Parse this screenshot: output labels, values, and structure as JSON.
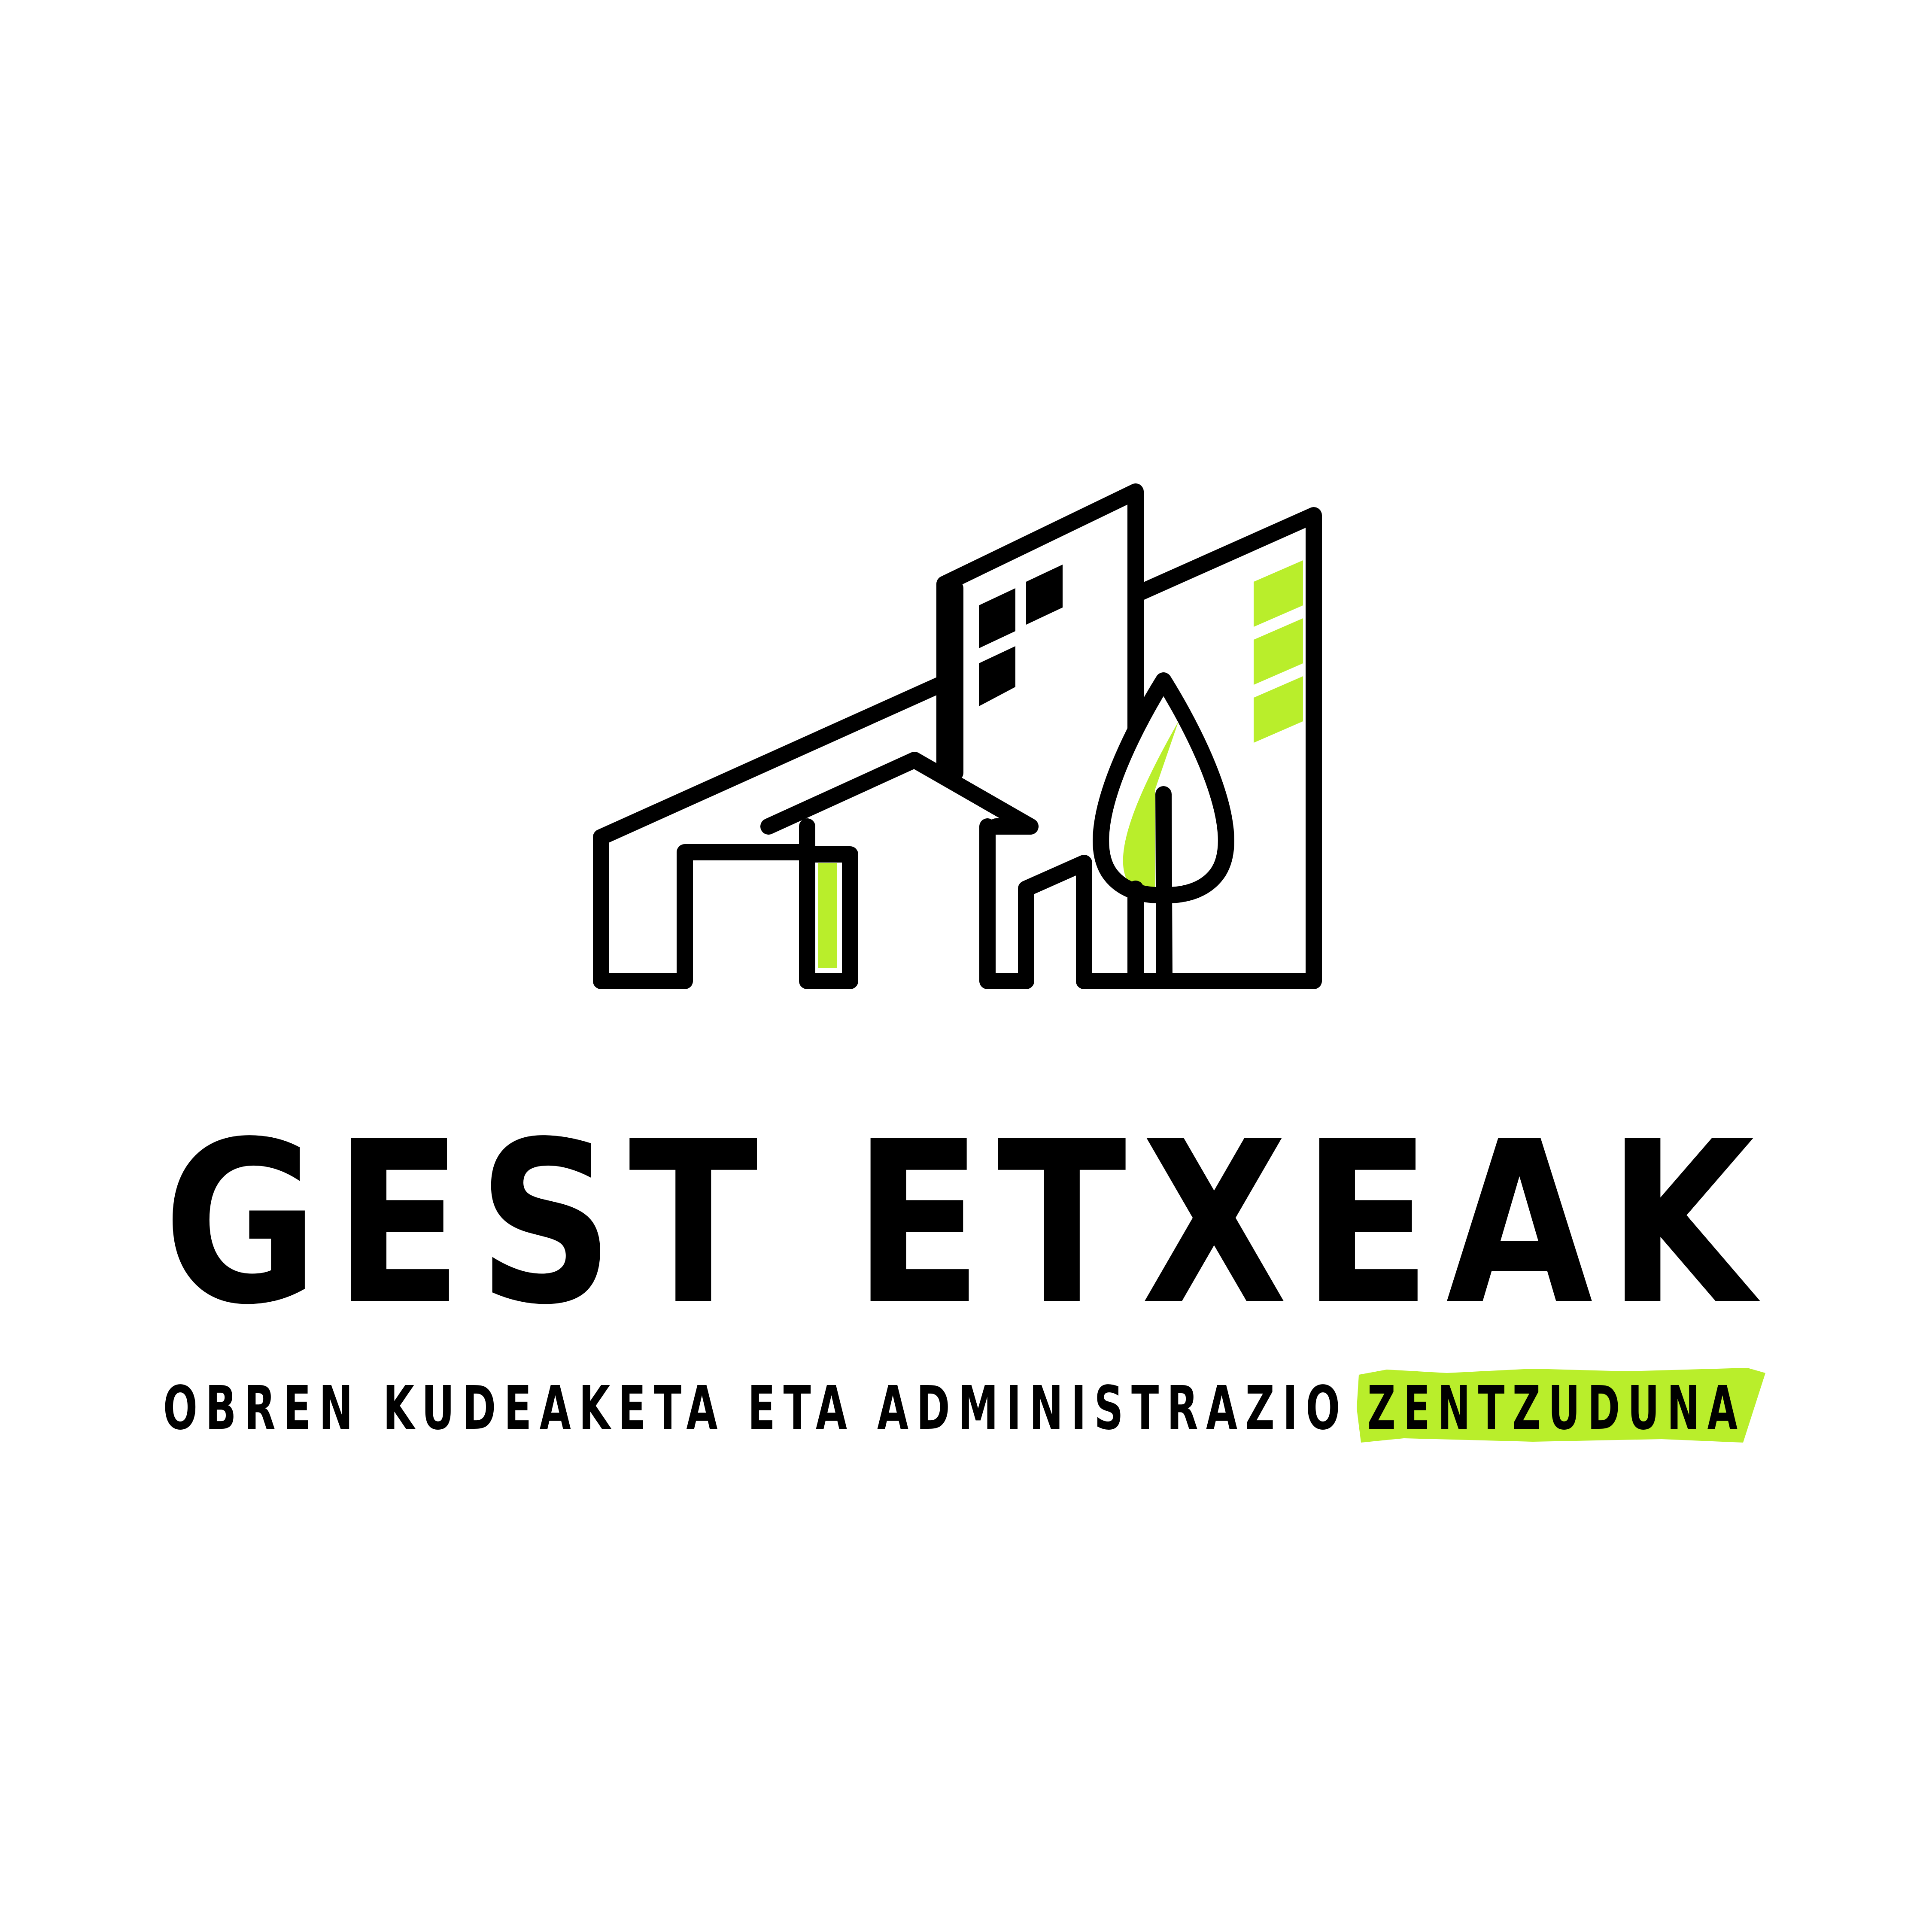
{
  "brand": {
    "name": "GEST ETXEAK",
    "tagline_main": "OBREN KUDEAKETA ETA ADMINISTRAZIO",
    "tagline_highlight": "ZENTZUDUNA"
  },
  "colors": {
    "background": "#ffffff",
    "ink": "#000000",
    "accent": "#b9ee2b"
  },
  "icons": {
    "logo": "buildings-house-tree-icon"
  }
}
